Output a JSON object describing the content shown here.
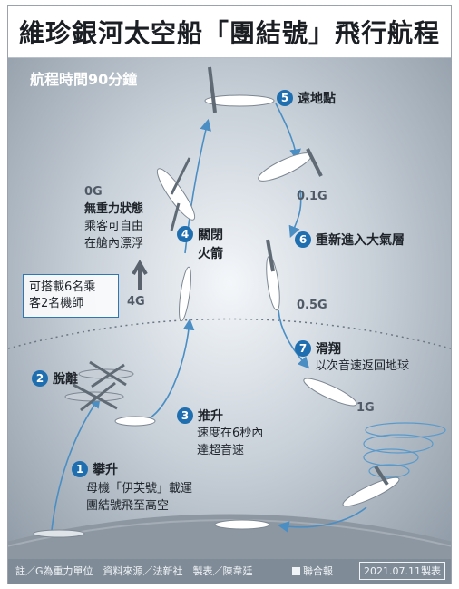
{
  "title": "維珍銀河太空船「團結號」飛行航程",
  "duration": "航程時間90分鐘",
  "capacity": [
    "可搭載6名乘",
    "客2名機師"
  ],
  "zero_g": {
    "g": "0G",
    "lines": [
      "無重力狀態",
      "乘客可自由",
      "在艙內漂浮"
    ]
  },
  "g_labels": {
    "four_g": "4G",
    "point_one_g": "0.1G",
    "point_five_g": "0.5G",
    "one_g": "1G"
  },
  "steps": [
    {
      "num": "1",
      "label": "攀升",
      "desc": [
        "母機「伊芙號」載運",
        "團結號飛至高空"
      ]
    },
    {
      "num": "2",
      "label": "脫離",
      "desc": []
    },
    {
      "num": "3",
      "label": "推升",
      "desc": [
        "速度在6秒內",
        "達超音速"
      ]
    },
    {
      "num": "4",
      "label": "關閉",
      "desc": [
        "火箭"
      ]
    },
    {
      "num": "5",
      "label": "遠地點",
      "desc": []
    },
    {
      "num": "6",
      "label": "重新進入大氣層",
      "desc": []
    },
    {
      "num": "7",
      "label": "滑翔",
      "desc": [
        "以次音速返回地球"
      ]
    }
  ],
  "footer": {
    "note": "註／G為重力單位　資料來源／法新社　製表／陳韋廷",
    "source": "聯合報",
    "date": "2021.07.11製表"
  },
  "colors": {
    "accent": "#1f6fb0",
    "path": "#4a8ec4",
    "box_border": "#2f76b4"
  }
}
